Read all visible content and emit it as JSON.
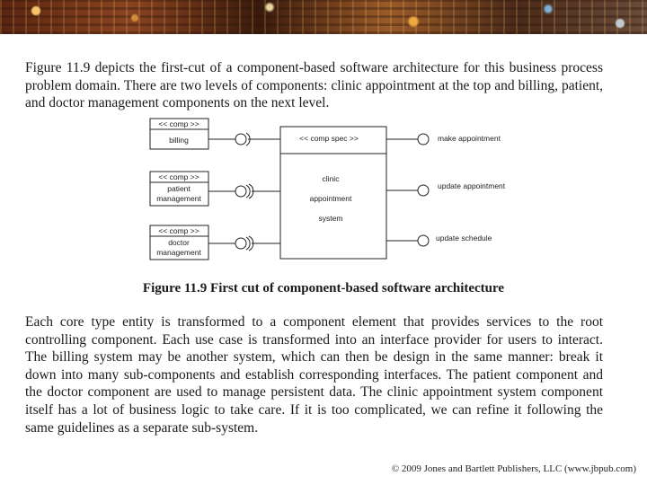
{
  "paragraph_1": "Figure 11.9 depicts the first-cut of a component-based software architecture for this business process problem domain. There are two levels of components: clinic appointment at the top and billing, patient, and doctor management components on the next level.",
  "diagram": {
    "left_components": [
      {
        "stereotype": "<< comp >>",
        "line1": "billing",
        "line2": ""
      },
      {
        "stereotype": "<< comp >>",
        "line1": "patient",
        "line2": "management"
      },
      {
        "stereotype": "<< comp >>",
        "line1": "doctor",
        "line2": "management"
      }
    ],
    "main_component": {
      "stereotype": "<< comp spec >>",
      "lines": [
        "clinic",
        "appointment",
        "system"
      ]
    },
    "interfaces": [
      "make appointment",
      "update appointment",
      "update schedule"
    ]
  },
  "caption": "Figure 11.9 First cut of component-based software architecture",
  "paragraph_2": "Each core type entity is transformed to a component element that provides services to the root controlling component. Each use case is transformed into an interface provider for users to interact. The billing system may be another system, which can then be design in the same manner: break it down into many sub-components and establish corresponding interfaces. The patient component and the doctor component are used to manage persistent data. The clinic appointment system component itself has a lot of business logic to take care. If it is too complicated, we can refine it following the same guidelines as a separate sub-system.",
  "footer": "© 2009 Jones and Bartlett Publishers, LLC (www.jbpub.com)"
}
